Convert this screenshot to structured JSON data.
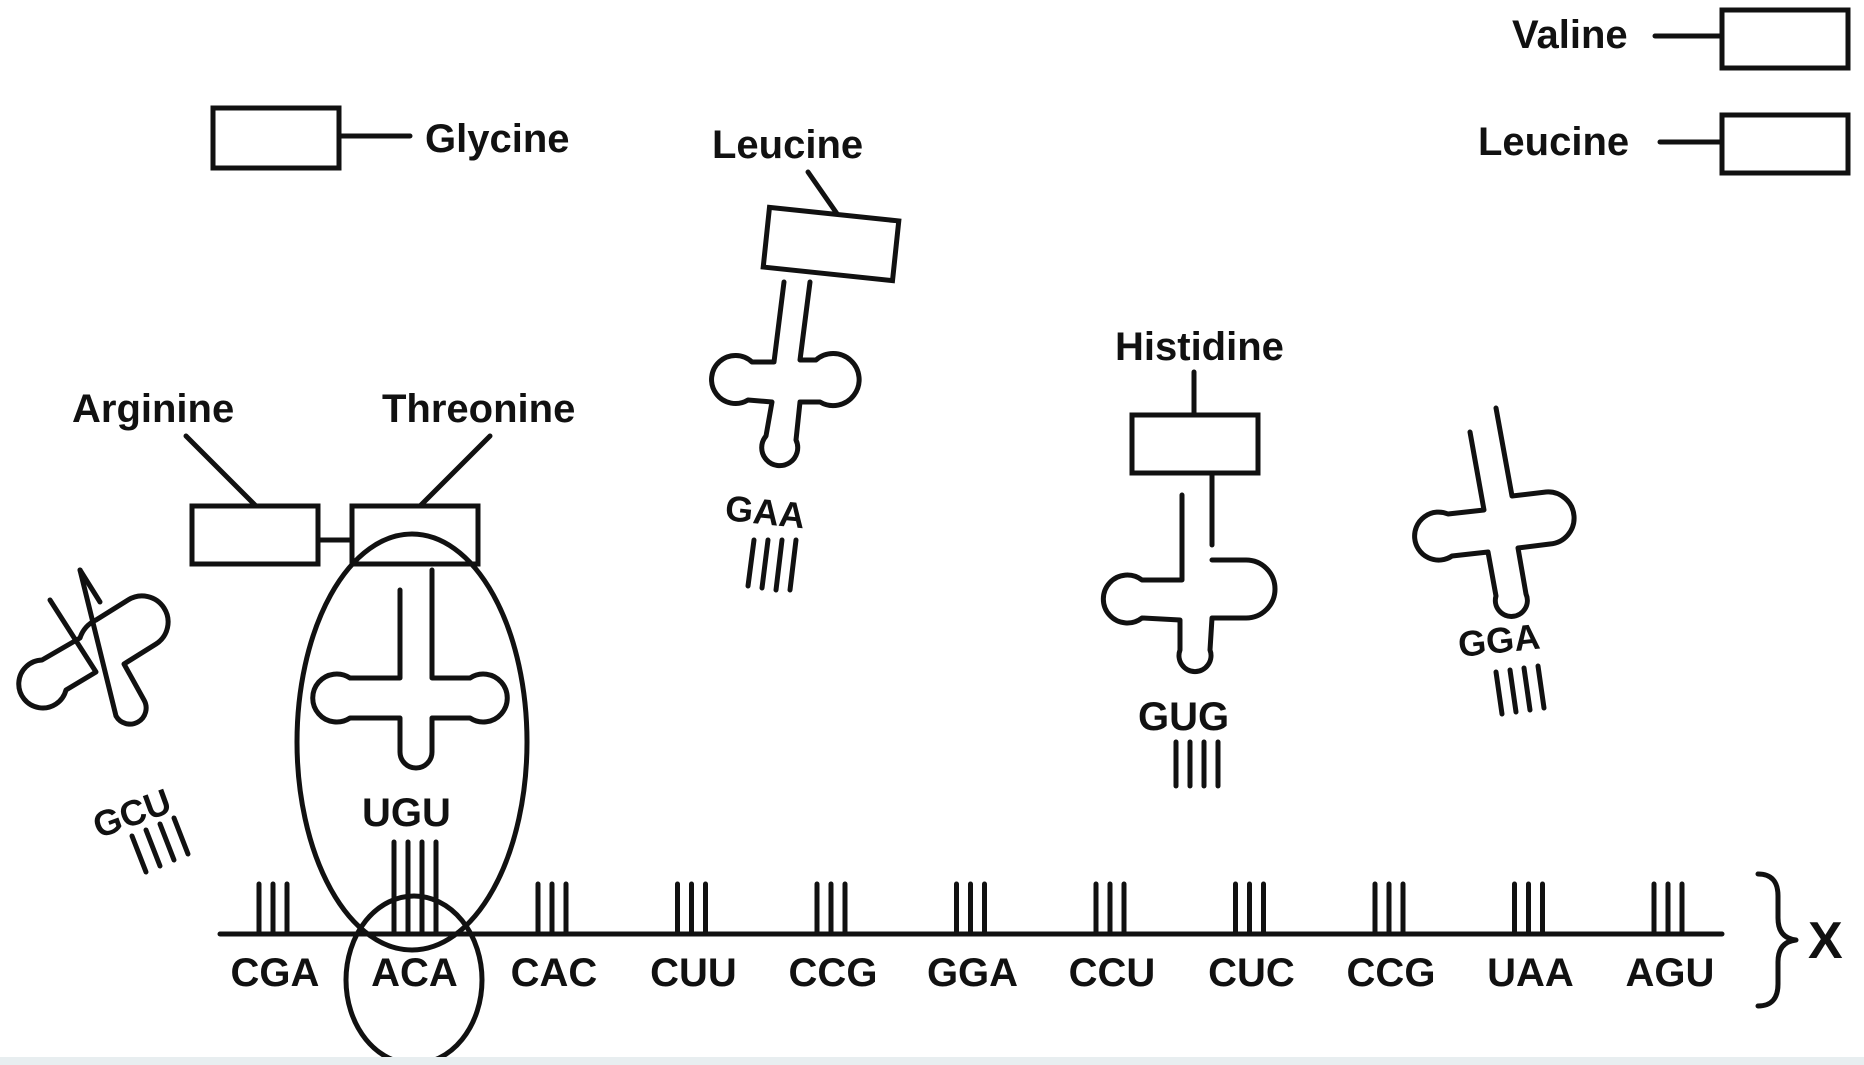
{
  "amino_acid_labels": {
    "glycine": "Glycine",
    "leucine_trna": "Leucine",
    "valine": "Valine",
    "leucine_key": "Leucine",
    "arginine": "Arginine",
    "threonine": "Threonine",
    "histidine": "Histidine"
  },
  "trna_anticodons": {
    "gcu": "GCU",
    "ugu": "UGU",
    "gaa": "GAA",
    "gug": "GUG",
    "gga": "GGA"
  },
  "mrna_codons": [
    "CGA",
    "ACA",
    "CAC",
    "CUU",
    "CCG",
    "GGA",
    "CCU",
    "CUC",
    "CCG",
    "UAA",
    "AGU"
  ],
  "bracket_label": "X"
}
